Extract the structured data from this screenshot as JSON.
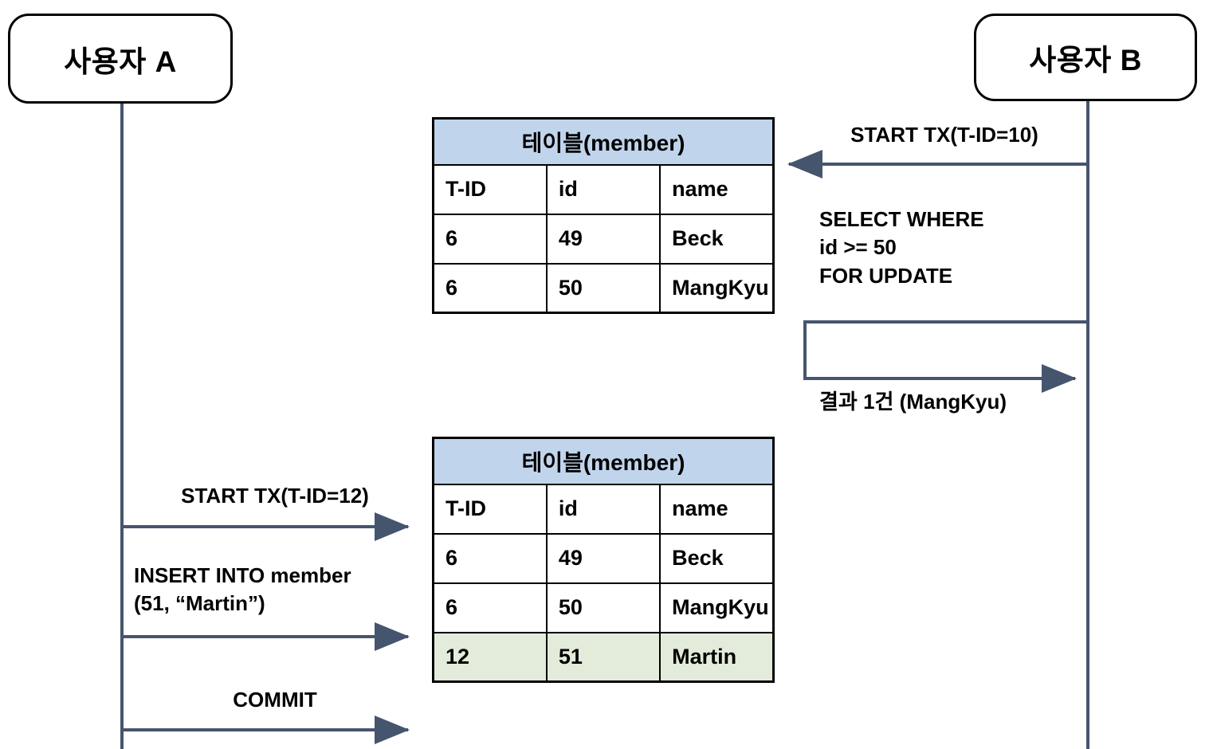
{
  "diagram": {
    "type": "sequence-diagram",
    "title_present": false,
    "colors": {
      "table_header_blue": "#c0d4ec",
      "highlight_green": "#e3ecda",
      "lifeline_blue_gray": "#46556e",
      "border_black": "#000000"
    }
  },
  "actors": [
    {
      "id": "user-a",
      "label": "사용자 A"
    },
    {
      "id": "user-b",
      "label": "사용자 B"
    }
  ],
  "messages": {
    "b_start_tx": "START TX(T-ID=10)",
    "b_select": "SELECT WHERE\nid >= 50\nFOR UPDATE",
    "b_result": "결과 1건 (MangKyu)",
    "a_start_tx": "START TX(T-ID=12)",
    "a_insert": "INSERT INTO member\n(51, “Martin”)",
    "a_commit": "COMMIT"
  },
  "tables": [
    {
      "id": "table-top",
      "caption": "테이블(member)",
      "columns": [
        "T-ID",
        "id",
        "name"
      ],
      "rows": [
        {
          "cells": [
            "6",
            "49",
            "Beck"
          ],
          "highlight": false
        },
        {
          "cells": [
            "6",
            "50",
            "MangKyu"
          ],
          "highlight": false
        }
      ]
    },
    {
      "id": "table-bottom",
      "caption": "테이블(member)",
      "columns": [
        "T-ID",
        "id",
        "name"
      ],
      "rows": [
        {
          "cells": [
            "6",
            "49",
            "Beck"
          ],
          "highlight": false
        },
        {
          "cells": [
            "6",
            "50",
            "MangKyu"
          ],
          "highlight": false
        },
        {
          "cells": [
            "12",
            "51",
            "Martin"
          ],
          "highlight": true
        }
      ]
    }
  ]
}
